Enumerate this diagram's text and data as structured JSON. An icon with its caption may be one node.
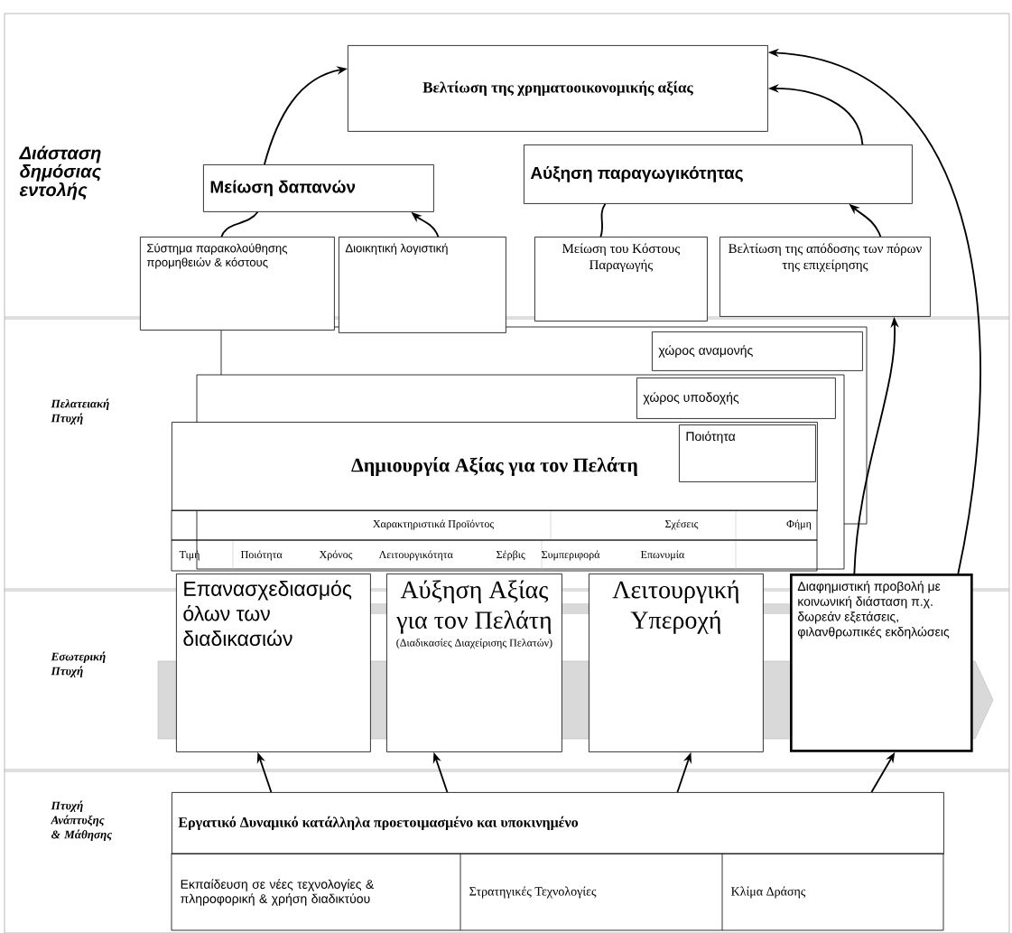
{
  "diagram": {
    "nodes": [
      {
        "text": [
          "Βελτίωση της χρηματοοικονομικής αξίας"
        ]
      },
      {
        "text": [
          "Μείωση δαπανών"
        ]
      },
      {
        "text": [
          "Αύξηση παραγωγικότητας"
        ]
      },
      {
        "text": [
          "Σύστημα παρακολούθησης προμηθειών & κόστους"
        ]
      },
      {
        "text": [
          "Διοικητική λογιστική"
        ]
      },
      {
        "text": [
          "Μείωση του Κόστους Παραγωγής"
        ]
      },
      {
        "text": [
          "Βελτίωση της απόδοσης των πόρων της επιχείρησης"
        ]
      },
      {
        "text": [
          "χώρος αναμονής"
        ]
      },
      {
        "text": [
          "χώρος υποδοχής"
        ]
      },
      {
        "text": [
          "Δημιουργία Αξίας για τον Πελάτη"
        ]
      },
      {
        "text": [
          "Ποιότητα"
        ],
        "in": 9
      },
      {
        "text": [
          "Επανασχεδιασμός όλων των διαδικασιών"
        ]
      },
      {
        "text": [
          "Αύξηση Αξίας για τον Πελάτη",
          "(Διαδικασίες Διαχείρισης Πελατών)"
        ]
      },
      {
        "text": [
          "Λειτουργική Υπεροχή"
        ]
      },
      {
        "text": [
          "Διαφημιστική προβολή με κοινωνική διάσταση π.χ. δωρεάν εξετάσεις, φιλανθρωπικές εκδηλώσεις"
        ]
      },
      {
        "text": [
          "Εργατικό Δυναμικό κατάλληλα προετοιμασμένο και υποκινημένο"
        ]
      }
    ],
    "edges": [
      {
        "from": 1,
        "to": 0,
        "arrow": "to"
      },
      {
        "from": 2,
        "to": 0,
        "arrow": "to"
      },
      {
        "from": 3,
        "to": 1,
        "arrow": "none"
      },
      {
        "from": 4,
        "to": 1,
        "arrow": "to"
      },
      {
        "from": 5,
        "to": 2,
        "arrow": "none"
      },
      {
        "from": 6,
        "to": 2,
        "arrow": "to"
      },
      {
        "from": 14,
        "to": 6,
        "arrow": "to"
      },
      {
        "from": 14,
        "to": 0,
        "arrow": "to"
      },
      {
        "from": 15,
        "to": 11,
        "arrow": "to"
      },
      {
        "from": 15,
        "to": 12,
        "arrow": "to"
      },
      {
        "from": 15,
        "to": 13,
        "arrow": "to"
      },
      {
        "from": 15,
        "to": 14,
        "arrow": "to"
      }
    ],
    "labels": [
      "Διάσταση δημόσιας εντολής",
      "Πελατειακή Πτυχή",
      "Χαρακτηριστικά Προϊόντος",
      "Σχέσεις",
      "Φήμη",
      "Τιμή",
      "Ποιότητα",
      "Χρόνος",
      "Λειτουργικότητα",
      "Σέρβις",
      "Συμπεριφορά",
      "Επωνυμία",
      "Εσωτερική Πτυχή",
      "Πτυχή Ανάπτυξης & Μάθησης",
      "Εκπαίδευση σε νέες τεχνολογίες & πληροφορική & χρήση διαδικτύου",
      "Στρατηγικές Τεχνολογίες",
      "Κλίμα Δράσης"
    ]
  }
}
